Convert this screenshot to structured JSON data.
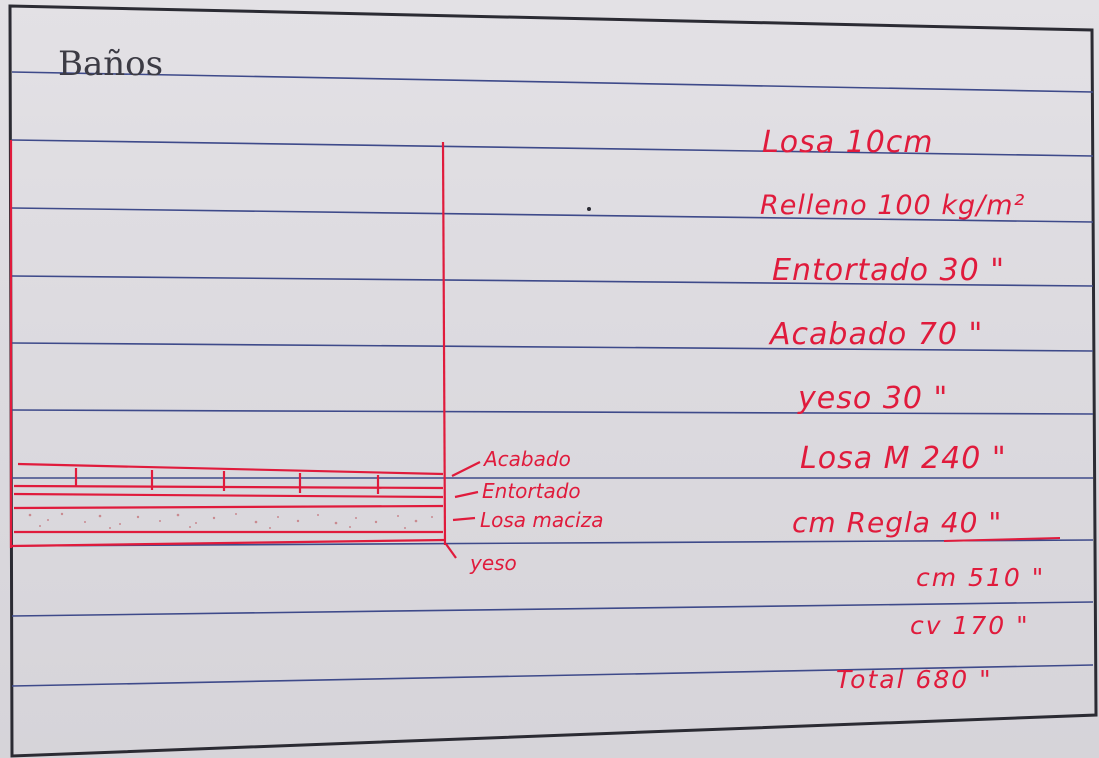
{
  "title": "Baños",
  "diagram_labels": [
    {
      "id": "acabado",
      "text": "Acabado"
    },
    {
      "id": "entortado",
      "text": "Entortado"
    },
    {
      "id": "losa-maciza",
      "text": "Losa maciza"
    },
    {
      "id": "yeso",
      "text": "yeso"
    }
  ],
  "loads": [
    {
      "id": "losa",
      "text": "Losa 10cm"
    },
    {
      "id": "relleno",
      "text": "Relleno 100 kg/m²"
    },
    {
      "id": "entortado",
      "text": "Entortado 30 \""
    },
    {
      "id": "acabado",
      "text": "Acabado 70 \""
    },
    {
      "id": "yeso",
      "text": "yeso   30 \""
    },
    {
      "id": "losa-m",
      "text": "Losa M 240 \""
    },
    {
      "id": "cm-regla",
      "text": "cm Regla 40 \""
    },
    {
      "id": "cm",
      "text": "cm 510 \""
    },
    {
      "id": "cv",
      "text": "cv 170 \""
    },
    {
      "id": "total",
      "text": "Total 680 \""
    }
  ],
  "colors": {
    "paper": "#e1dfe3",
    "ruled_line": "#3e4a8a",
    "ink_red": "#e01b3c",
    "pencil": "#3c3b44"
  }
}
